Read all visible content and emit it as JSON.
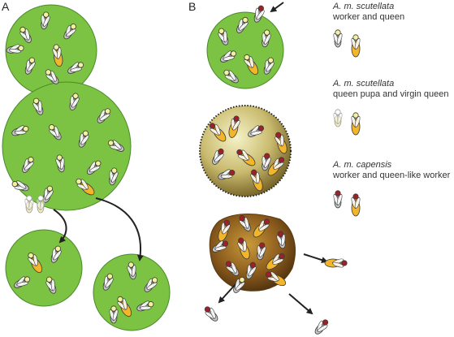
{
  "panels": {
    "a": {
      "label": "A"
    },
    "b": {
      "label": "B"
    }
  },
  "legend": [
    {
      "title": "A. m. scutellata",
      "subtitle": "worker and queen"
    },
    {
      "title": "A. m. scutellata",
      "subtitle": "queen pupa and virgin queen"
    },
    {
      "title": "A. m. capensis",
      "subtitle": "worker and queen-like worker"
    }
  ],
  "colors": {
    "colony_green": "#7cc243",
    "colony_outline": "#4a8a2a",
    "bee_body": "#c8c8c8",
    "bee_outline": "#3a3a3a",
    "scutellata_head": "#f5f0a0",
    "capensis_head": "#a0202a",
    "queen_abdomen": "#f3b62a",
    "arrow": "#222222"
  }
}
